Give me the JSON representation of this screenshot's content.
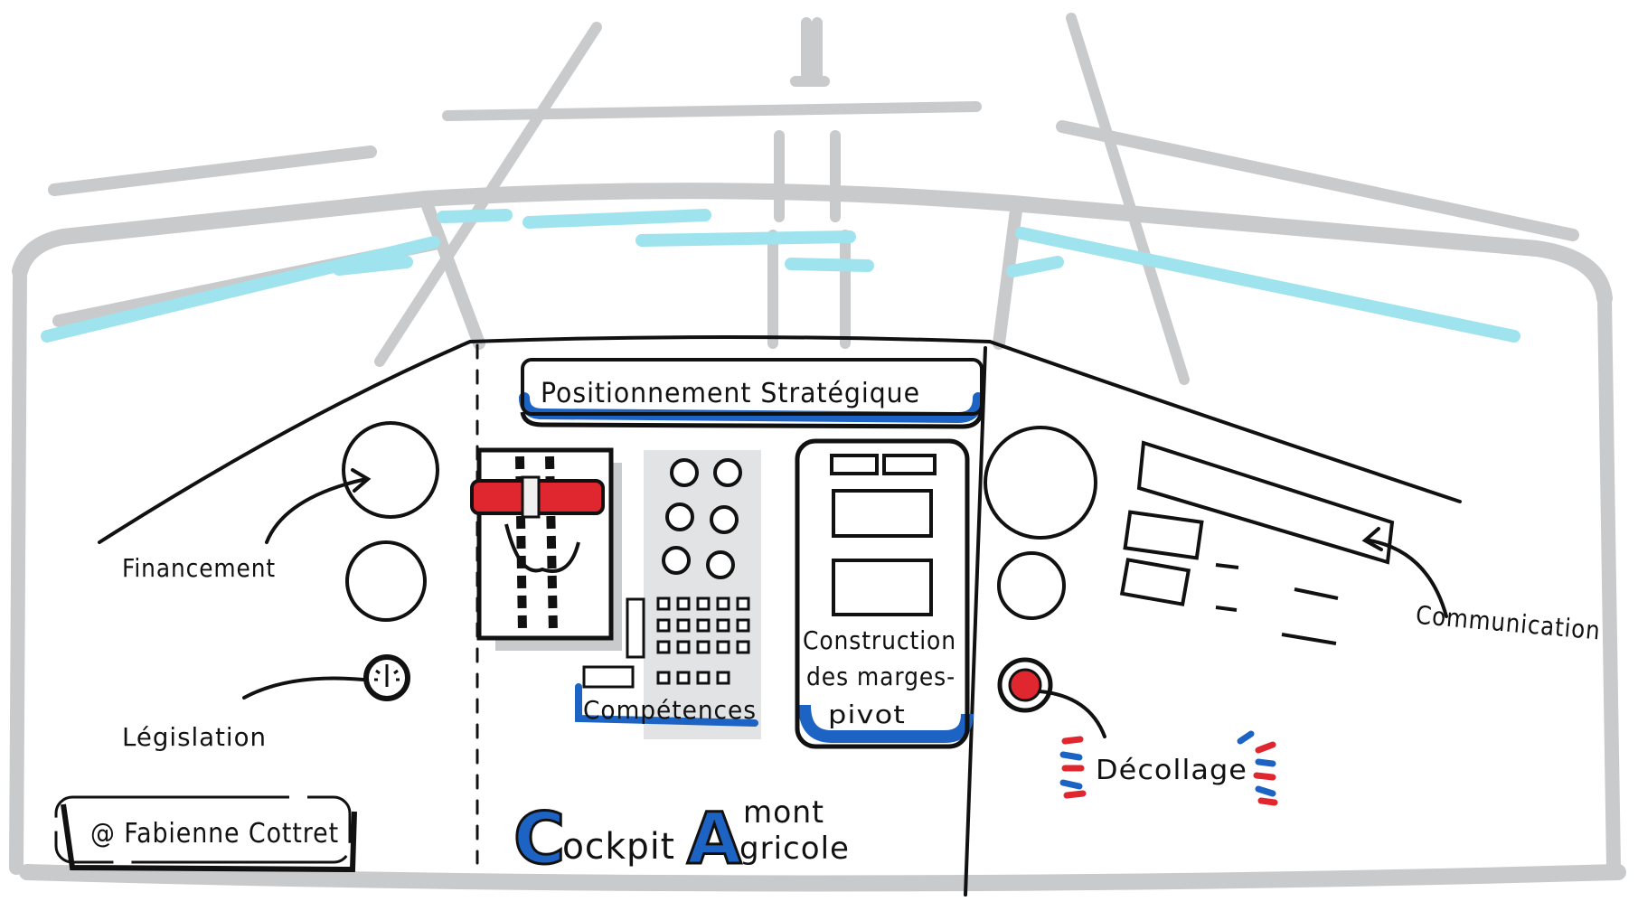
{
  "colors": {
    "ink": "#111111",
    "accent_blue": "#1d63c4",
    "accent_red": "#e0262f",
    "sky_cyan": "#9fe3ef",
    "shadow_grey": "#c9cacc"
  },
  "labels": {
    "positionnement": "Positionnement  Stratégique",
    "financement": "Financement",
    "legislation": "Législation",
    "competences": "Compétences",
    "construction_line1": "Construction",
    "construction_line2": "des marges-",
    "construction_line3": "pivot",
    "communication": "Communication",
    "decollage": "Décollage",
    "signature": "@ Fabienne Cottret",
    "title_c": "C",
    "title_ockpit": "ockpit",
    "title_a": "A",
    "title_mont": "mont",
    "title_gricole": "gricole"
  },
  "icons": {
    "gauges": [
      "round-gauge-icon",
      "clock-gauge-icon",
      "takeoff-button-icon"
    ],
    "throttle": "throttle-lever-icon"
  }
}
